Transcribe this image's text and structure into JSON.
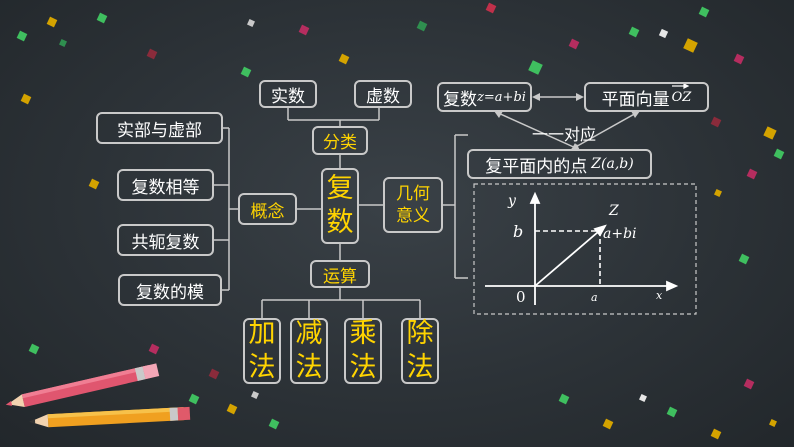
{
  "center": {
    "line1": "复",
    "line2": "数"
  },
  "top_nodes": {
    "real": "实数",
    "imag": "虚数",
    "classify": "分类"
  },
  "concept": {
    "label": "概念",
    "items": [
      "实部与虚部",
      "复数相等",
      "共轭复数",
      "复数的模"
    ]
  },
  "operations": {
    "label": "运算",
    "items": [
      {
        "c1": "加",
        "c2": "法"
      },
      {
        "c1": "减",
        "c2": "法"
      },
      {
        "c1": "乘",
        "c2": "法"
      },
      {
        "c1": "除",
        "c2": "法"
      }
    ]
  },
  "geometry": {
    "label_line1": "几何",
    "label_line2": "意义",
    "complex_number": "复数",
    "complex_expr": "z=a+bi",
    "vector": "平面向量",
    "vector_symbol": "OZ",
    "correspondence": "一一对应",
    "point_label": "复平面内的点",
    "point_expr": "Z(a,b)"
  },
  "graph": {
    "y_label": "y",
    "x_label": "x",
    "origin": "0",
    "b_label": "b",
    "a_label": "a",
    "z_label": "Z",
    "point_text": "a+bi"
  },
  "colors": {
    "background": "#2b3136",
    "accent": "#ffd400",
    "line": "#c9c9c9"
  }
}
